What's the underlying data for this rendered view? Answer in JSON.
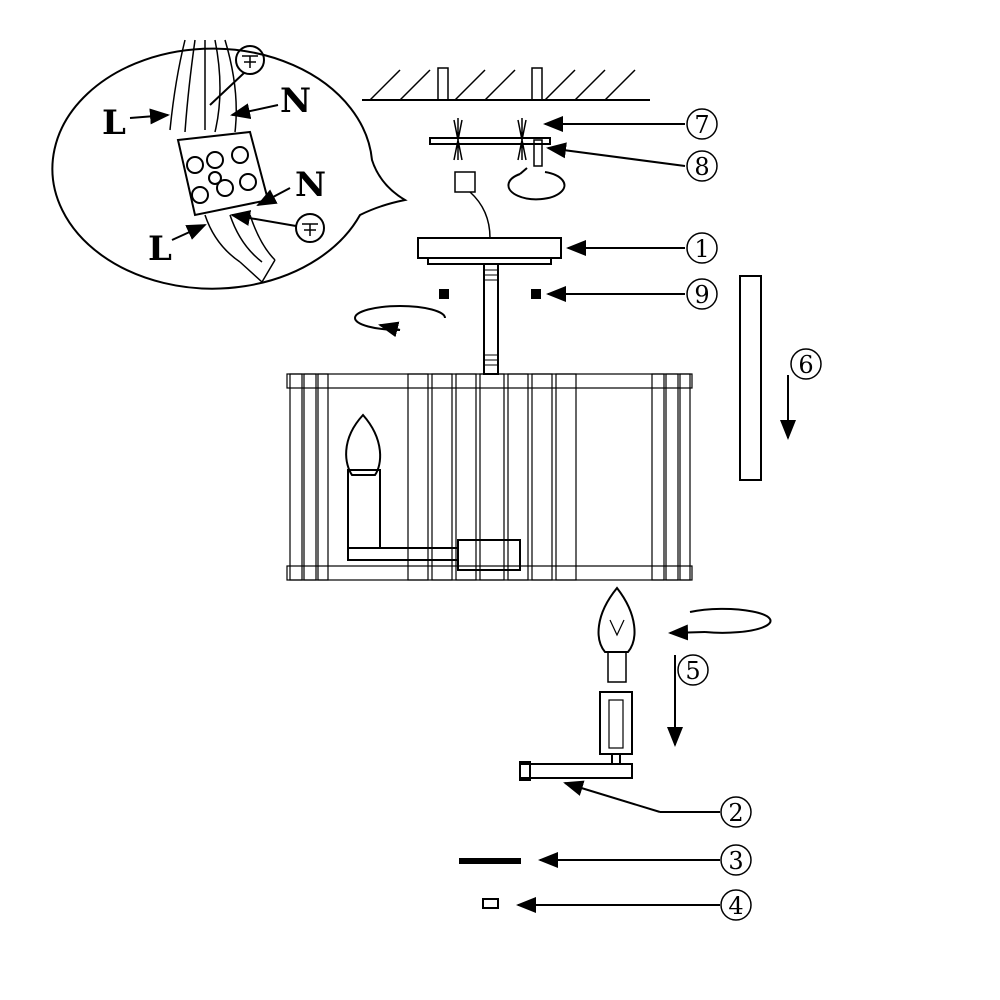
{
  "wiring": {
    "live_top": "L",
    "neutral_top": "N",
    "live_bottom": "L",
    "neutral_bottom": "N",
    "terminal_marks": [
      "L",
      "N",
      "L",
      "N"
    ]
  },
  "callouts": [
    "1",
    "2",
    "3",
    "4",
    "5",
    "6",
    "7",
    "8",
    "9"
  ],
  "colors": {
    "ink": "#000000",
    "background": "#ffffff"
  }
}
